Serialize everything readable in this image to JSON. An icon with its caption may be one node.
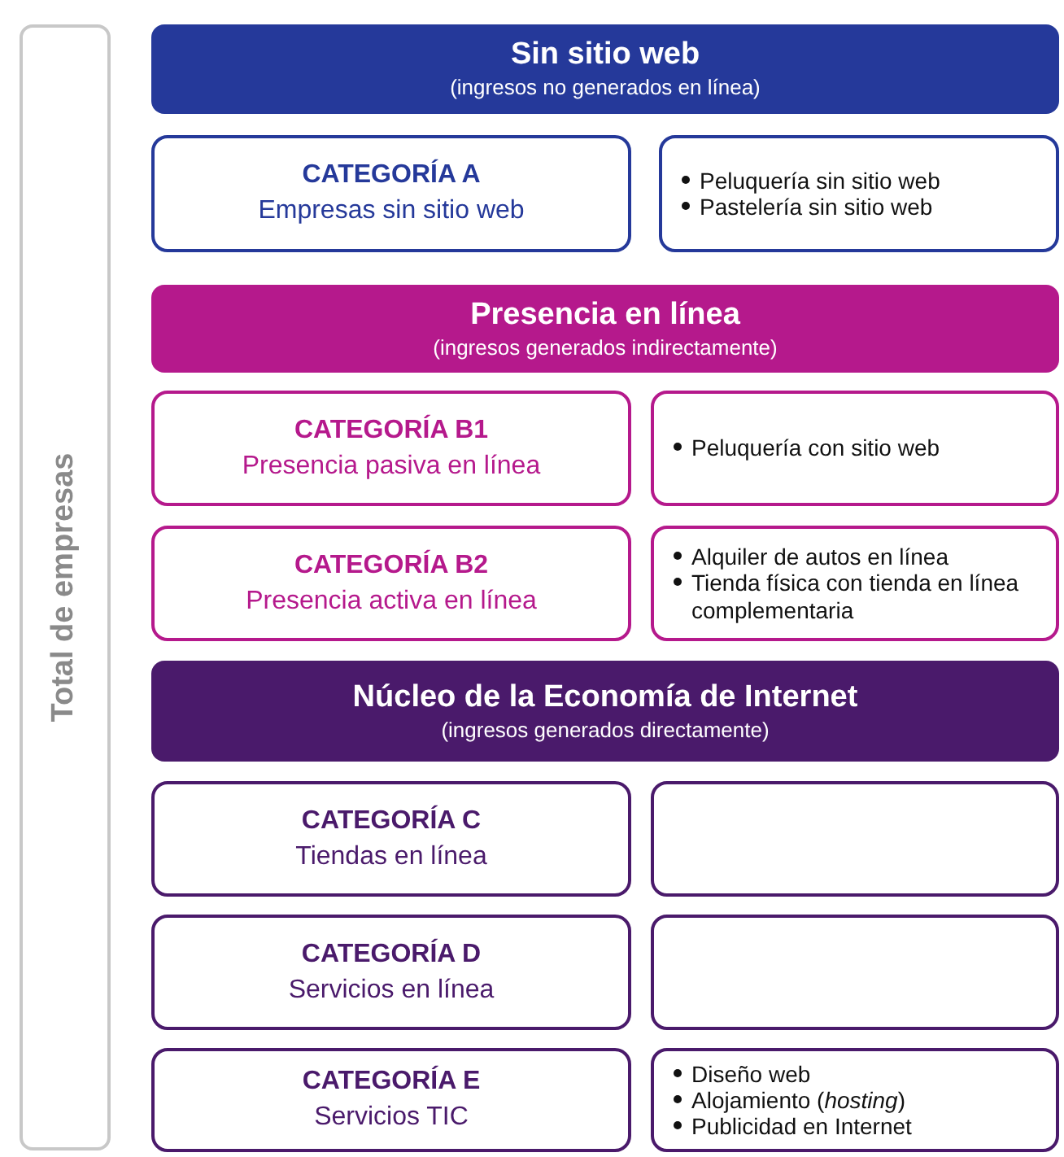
{
  "diagram": {
    "nodes": [
      {
        "text": [
          "Total de empresas"
        ]
      },
      {
        "text": [
          "Sin sitio web",
          "(ingresos no generados en línea)"
        ]
      },
      {
        "text": [
          "CATEGORÍA A",
          "Empresas sin sitio web"
        ]
      },
      {
        "text": [
          "Peluquería sin sitio web",
          "Pastelería sin sitio web"
        ]
      },
      {
        "text": [
          "Presencia en línea",
          "(ingresos generados indirectamente)"
        ]
      },
      {
        "text": [
          "CATEGORÍA B1",
          "Presencia pasiva en línea"
        ]
      },
      {
        "text": [
          "Peluquería con sitio web"
        ]
      },
      {
        "text": [
          "CATEGORÍA B2",
          "Presencia activa en línea"
        ]
      },
      {
        "text": [
          "Alquiler de autos en línea",
          "Tienda física con tienda en línea complementaria"
        ]
      },
      {
        "text": [
          "Núcleo de la Economía de Internet",
          "(ingresos generados directamente)"
        ]
      },
      {
        "text": [
          "CATEGORÍA C",
          "Tiendas en línea"
        ]
      },
      {
        "text": [],
        "shape": "box"
      },
      {
        "text": [
          "CATEGORÍA D",
          "Servicios en línea"
        ]
      },
      {
        "text": [],
        "shape": "box"
      },
      {
        "text": [
          "CATEGORÍA E",
          "Servicios TIC"
        ]
      },
      {
        "text": [
          "Diseño web",
          "Alojamiento (*hosting*)",
          "Publicidad en Internet"
        ]
      }
    ]
  }
}
